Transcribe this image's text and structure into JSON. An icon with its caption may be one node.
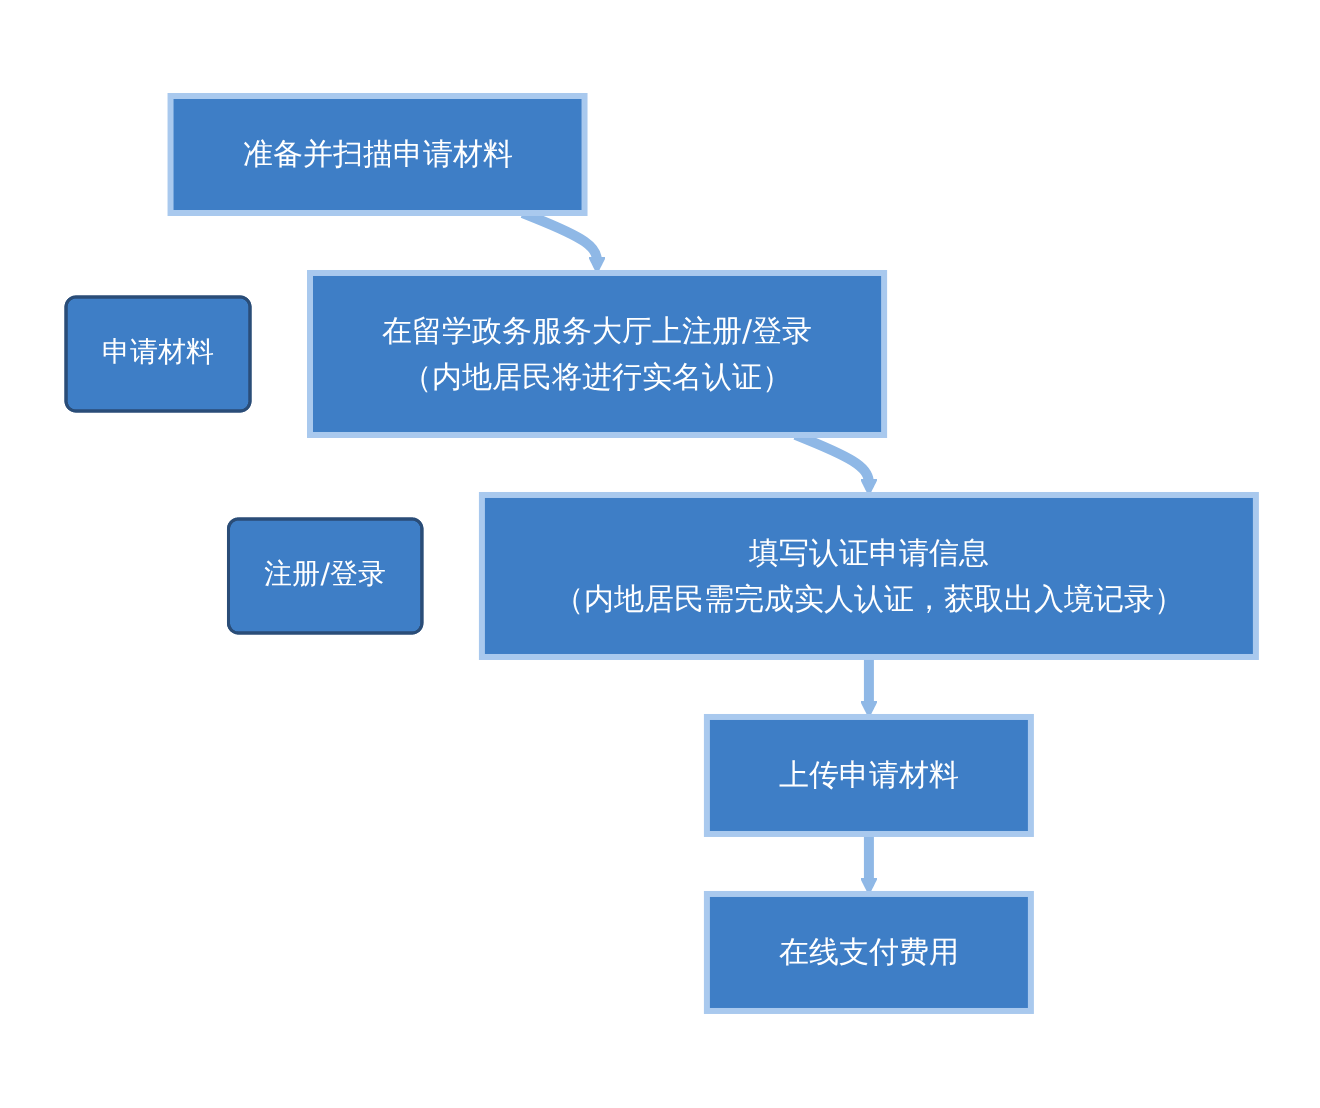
{
  "diagram": {
    "nodes": [
      {
        "text": [
          "准备并扫描申请材料"
        ]
      },
      {
        "text": [
          "申请材料"
        ]
      },
      {
        "text": [
          "在留学政务服务大厅上注册/登录",
          "（内地居民将进行实名认证）"
        ]
      },
      {
        "text": [
          "注册/登录"
        ]
      },
      {
        "text": [
          "填写认证申请信息",
          "（内地居民需完成实人认证，获取出入境记录）"
        ]
      },
      {
        "text": [
          "上传申请材料"
        ]
      },
      {
        "text": [
          "在线支付费用"
        ]
      }
    ],
    "edges": [
      {
        "from": 0,
        "to": 2,
        "arrow": "to"
      },
      {
        "from": 2,
        "to": 4,
        "arrow": "to"
      },
      {
        "from": 4,
        "to": 5,
        "arrow": "to"
      },
      {
        "from": 5,
        "to": 6,
        "arrow": "to"
      }
    ]
  }
}
